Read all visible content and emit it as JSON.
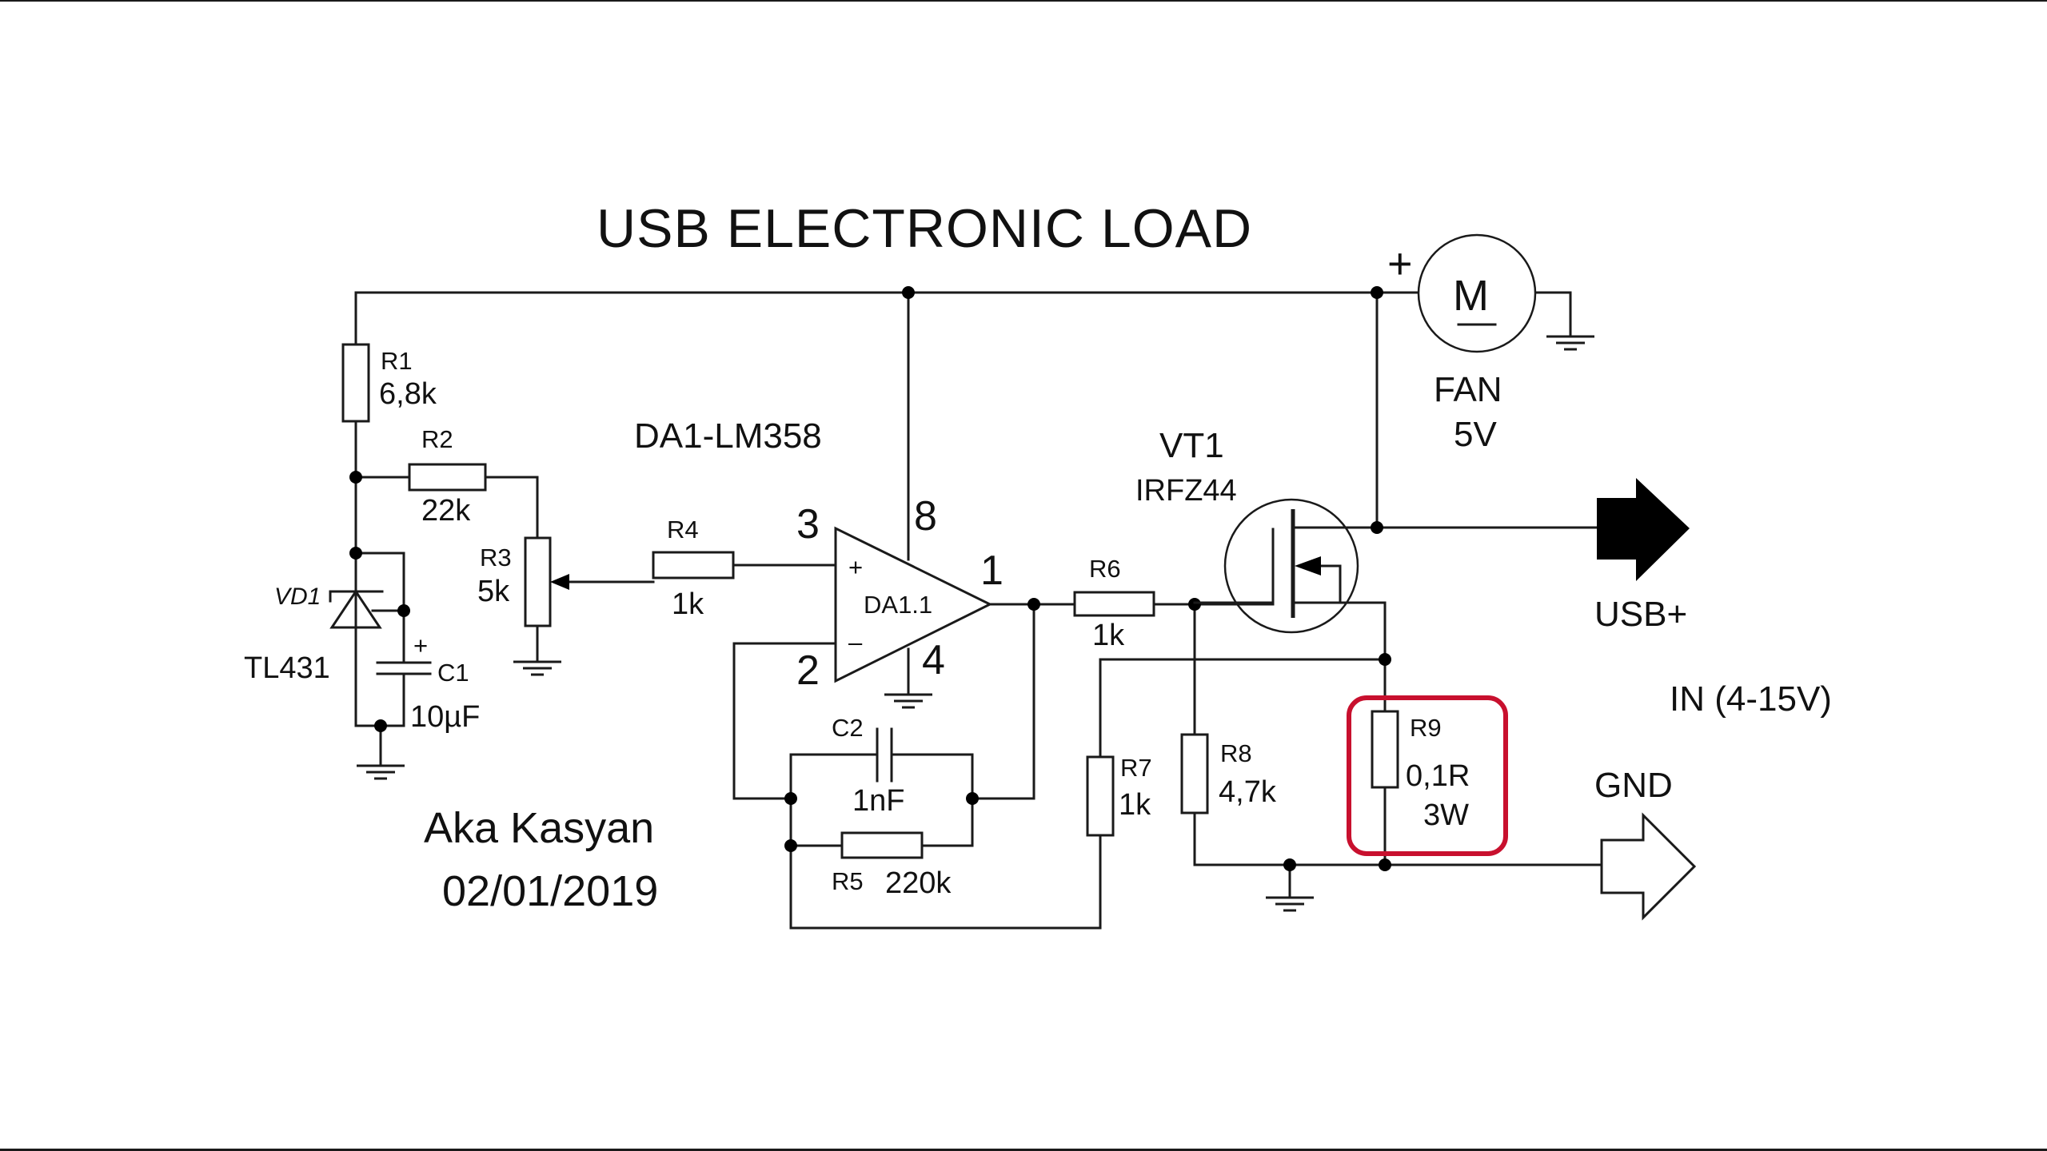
{
  "title": "USB  ELECTRONIC  LOAD",
  "author": "Aka Kasyan",
  "date": "02/01/2019",
  "opamp": {
    "package": "DA1-LM358",
    "unit": "DA1.1",
    "pins": {
      "noninv": "3",
      "inv": "2",
      "out": "1",
      "vcc": "8",
      "gnd": "4"
    },
    "plus": "+",
    "minus": "–"
  },
  "components": {
    "R1": {
      "ref": "R1",
      "value": "6,8k"
    },
    "R2": {
      "ref": "R2",
      "value": "22k"
    },
    "R3": {
      "ref": "R3",
      "value": "5k"
    },
    "R4": {
      "ref": "R4",
      "value": "1k"
    },
    "R5": {
      "ref": "R5",
      "value": "220k"
    },
    "R6": {
      "ref": "R6",
      "value": "1k"
    },
    "R7": {
      "ref": "R7",
      "value": "1k"
    },
    "R8": {
      "ref": "R8",
      "value": "4,7k"
    },
    "R9": {
      "ref": "R9",
      "value": "0,1R",
      "power": "3W"
    },
    "C1": {
      "ref": "C1",
      "value": "10µF",
      "polarity": "+"
    },
    "C2": {
      "ref": "C2",
      "value": "1nF"
    },
    "VD1": {
      "ref": "VD1",
      "part": "TL431"
    },
    "VT1": {
      "ref": "VT1",
      "part": "IRFZ44"
    },
    "FAN": {
      "symbol": "M",
      "label": "FAN",
      "voltage": "5V",
      "polarity": "+"
    }
  },
  "terminals": {
    "usb_plus": "USB+",
    "gnd": "GND",
    "input_range": "IN (4-15V)"
  },
  "highlight_color": "#c8102e"
}
